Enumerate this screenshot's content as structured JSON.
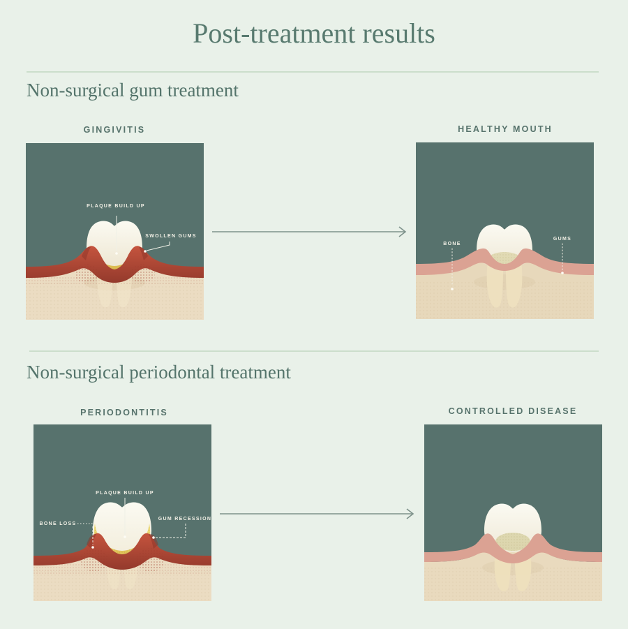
{
  "title": "Post-treatment results",
  "sections": [
    {
      "heading": "Non-surgical gum treatment",
      "panels": [
        {
          "caption": "GINGIVITIS",
          "labels": {
            "plaque": "PLAQUE BUILD UP",
            "swollen_gums": "SWOLLEN GUMS"
          }
        },
        {
          "caption": "HEALTHY MOUTH",
          "labels": {
            "bone": "BONE",
            "gums": "GUMS"
          }
        }
      ]
    },
    {
      "heading": "Non-surgical periodontal treatment",
      "panels": [
        {
          "caption": "PERIODONTITIS",
          "labels": {
            "plaque": "PLAQUE BUILD UP",
            "bone_loss": "BONE LOSS",
            "gum_recession": "GUM RECESSION"
          }
        },
        {
          "caption": "CONTROLLED DISEASE",
          "labels": {}
        }
      ]
    }
  ],
  "colors": {
    "background": "#e9f1e9",
    "divider": "#ccdecc",
    "heading_text": "#587a6f",
    "caption_text": "#57736c",
    "panel_background_teal": "#57726d",
    "bone_beige": "#ebdcc2",
    "gum_healthy_pink": "#dba293",
    "gum_inflamed_red": "#b34a36",
    "plaque_yellow": "#e8d76a",
    "tooth_white": "#f8f6ec",
    "panel_label_text": "#f2f0e6",
    "arrow": "#7e928b"
  }
}
